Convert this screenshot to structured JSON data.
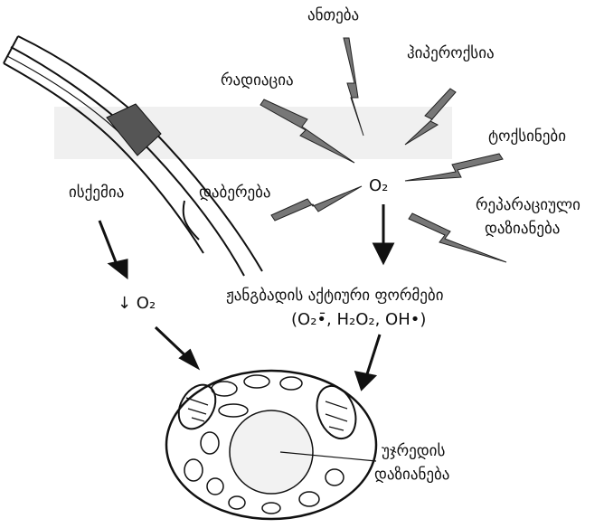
{
  "labels": {
    "inflammation": "ანთება",
    "hyperoxia": "ჰიპეროქსია",
    "radiation": "რადიაცია",
    "toxins": "ტოქსინები",
    "reperfusion_line1": "რეპარაციული",
    "reperfusion_line2": "დაზიანება",
    "ischemia": "ისქემია",
    "injury": "დაბერება",
    "oxygen_center": "O₂",
    "low_oxygen": "↓ O₂",
    "ros_title": "ჟანგბადის აქტიური ფორმები",
    "ros_species": "(O₂•̄, H₂O₂, OH•)",
    "cell_damage_line1": "უჯრედის",
    "cell_damage_line2": "დაზიანება"
  },
  "colors": {
    "ink": "#111111",
    "bolt": "#6a6a6a",
    "vessel_plaque": "#555555",
    "smudge": "#d9d9d9"
  }
}
